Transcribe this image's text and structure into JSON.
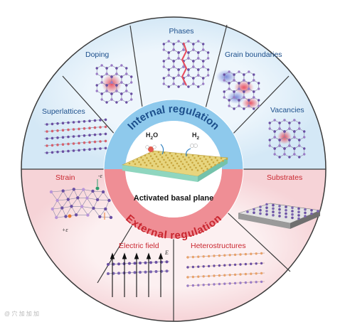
{
  "colors": {
    "internal_ring": "#8ec9ec",
    "external_ring": "#ef8e95",
    "internal_label": "#1c4f8c",
    "external_label": "#c9262f",
    "outline": "#3a3a3a",
    "atom_purple": "#6a4fa3",
    "atom_orange": "#e8a26a",
    "highlight_red": "#e84b5c"
  },
  "center": {
    "title": "Activated basal plane",
    "reactant": "H",
    "reactant_sub": "2",
    "reactant_tail": "O",
    "product": "H",
    "product_sub": "2"
  },
  "ring": {
    "internal": "Internal regulation",
    "external": "External regulation"
  },
  "segments": {
    "superlattices": "Superlattices",
    "doping": "Doping",
    "phases": "Phases",
    "grain_boundaries": "Grain boundaries",
    "vacancies": "Vacancies",
    "strain": "Strain",
    "substrates": "Substrates",
    "electric_field": "Electric field",
    "heterostructures": "Heterostructures"
  },
  "annotations": {
    "strain_minus": "-ε",
    "strain_plus": "+ε",
    "field_vector": "E"
  },
  "watermark": "@ 穴 加 加 加"
}
